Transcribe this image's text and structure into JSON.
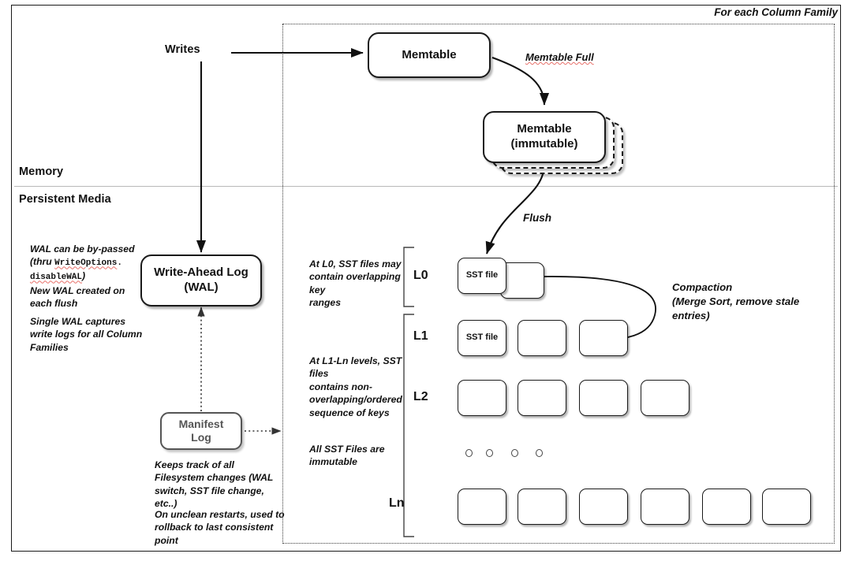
{
  "diagram": {
    "title_note": "For each Column Family",
    "sections": {
      "memory": "Memory",
      "persistent": "Persistent Media"
    },
    "labels": {
      "writes": "Writes",
      "memtable_full": "Memtable Full",
      "flush": "Flush",
      "compaction_line1": "Compaction",
      "compaction_line2": "(Merge Sort, remove stale",
      "compaction_line3": "entries)"
    },
    "nodes": {
      "memtable": "Memtable",
      "memtable_immutable_l1": "Memtable",
      "memtable_immutable_l2": "(immutable)",
      "wal_l1": "Write-Ahead Log",
      "wal_l2": "(WAL)",
      "manifest_l1": "Manifest",
      "manifest_l2": "Log",
      "sst_file": "SST file"
    },
    "annotations": {
      "wal_bypass": {
        "line1": "WAL can be by-passed",
        "line2_pre": "(thru ",
        "line2_code": "WriteOptions",
        "line2_post": ".",
        "line3_code": "disableWAL",
        "line3_post": ")"
      },
      "wal_new": {
        "line1": "New WAL created on",
        "line2": "each flush"
      },
      "wal_single": {
        "line1": "Single WAL captures",
        "line2": "write logs for all Column",
        "line3": "Families"
      },
      "manifest_track": {
        "line1": "Keeps track of all",
        "line2": "Filesystem changes (WAL",
        "line3": "switch, SST file change,",
        "line4": "etc..)"
      },
      "manifest_rollback": {
        "line1": "On unclean restarts, used to",
        "line2": "rollback to last consistent",
        "line3": "point"
      },
      "l0_note": {
        "line1": "At L0, SST files may",
        "line2": "contain overlapping key",
        "line3": "ranges"
      },
      "l1ln_note": {
        "line1": "At L1-Ln levels, SST files",
        "line2": "contains non-",
        "line3": "overlapping/ordered",
        "line4": "sequence of keys"
      },
      "immutable_note": {
        "line1": "All SST Files are",
        "line2": "immutable"
      }
    },
    "levels": [
      {
        "name": "L0",
        "file_count": 2,
        "labeled_first": true
      },
      {
        "name": "L1",
        "file_count": 3,
        "labeled_first": true
      },
      {
        "name": "L2",
        "file_count": 4,
        "labeled_first": false
      },
      {
        "name": "Ln",
        "file_count": 6,
        "labeled_first": false
      }
    ],
    "ellipsis_dot_count": 4,
    "colors": {
      "stroke": "#1a1a1a",
      "gray_stroke": "#555555",
      "divider": "#b9b9b9",
      "spellcheck": "#e8706a",
      "background": "#ffffff"
    }
  }
}
